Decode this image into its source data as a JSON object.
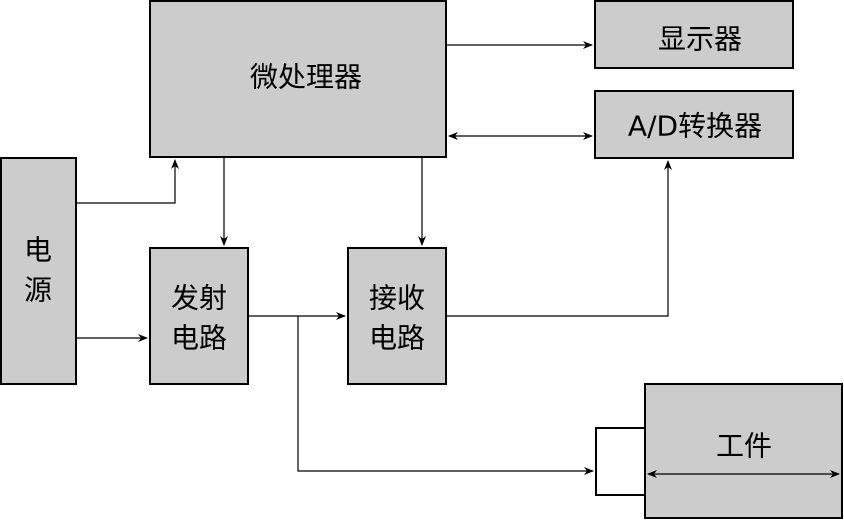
{
  "diagram": {
    "blocks": {
      "microprocessor": {
        "label": "微处理器"
      },
      "display": {
        "label": "显示器"
      },
      "ad_converter": {
        "label": "A/D转换器"
      },
      "power": {
        "label_line1": "电",
        "label_line2": "源"
      },
      "transmitter": {
        "label_line1": "发射",
        "label_line2": "电路"
      },
      "receiver": {
        "label_line1": "接收",
        "label_line2": "电路"
      },
      "workpiece": {
        "label": "工件"
      }
    },
    "colors": {
      "block_fill": "#cccccc",
      "stroke": "#000000",
      "background": "#ffffff"
    }
  }
}
